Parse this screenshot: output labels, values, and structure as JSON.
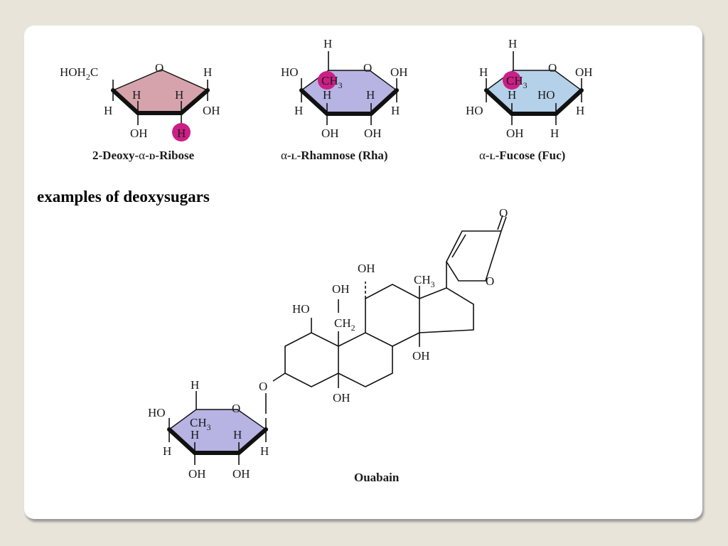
{
  "heading": "examples of deoxysugars",
  "colors": {
    "ribose_ring": "#d6a3ad",
    "rhamnose_ring": "#b7b3e3",
    "fucose_ring": "#b5d1ea",
    "ouabain_sugar_ring": "#b7b3e3",
    "highlight": "#cc1f86",
    "slide_bg": "#ffffff",
    "page_bg": "#e8e4da"
  },
  "sugars": [
    {
      "name": "2-Deoxy-α-D-Ribose",
      "caption_parts": [
        "2-Deoxy-",
        "α",
        "-",
        "D",
        "-Ribose"
      ],
      "ring_oxygen": "O",
      "substituents": [
        "HOH",
        "2",
        "C",
        "H",
        "H",
        "H",
        "H",
        "OH",
        "OH",
        "H"
      ]
    },
    {
      "name": "α-L-Rhamnose (Rha)",
      "caption_parts": [
        "α",
        "-",
        "L",
        "-Rhamnose (Rha)"
      ],
      "ring_oxygen": "O",
      "substituents": [
        "H",
        "HO",
        "CH",
        "3",
        "OH",
        "H",
        "H",
        "H",
        "H",
        "OH",
        "OH"
      ]
    },
    {
      "name": "α-L-Fucose (Fuc)",
      "caption_parts": [
        "α",
        "-",
        "L",
        "-Fucose (Fuc)"
      ],
      "ring_oxygen": "O",
      "substituents": [
        "H",
        "H",
        "CH",
        "3",
        "OH",
        "H",
        "HO",
        "HO",
        "H",
        "OH",
        "H"
      ]
    }
  ],
  "ouabain": {
    "name": "Ouabain",
    "lactone_carbonyl": "O",
    "lactone_ring_o": "O",
    "methyl": [
      "CH",
      "3"
    ],
    "oh_labels": [
      "OH",
      "OH",
      "HO",
      "OH",
      "OH"
    ],
    "ch2": [
      "CH",
      "2"
    ],
    "glycosidic_o": "O",
    "sugar_labels": [
      "H",
      "HO",
      "CH",
      "3",
      "O",
      "H",
      "H",
      "H",
      "H",
      "OH",
      "OH"
    ]
  }
}
